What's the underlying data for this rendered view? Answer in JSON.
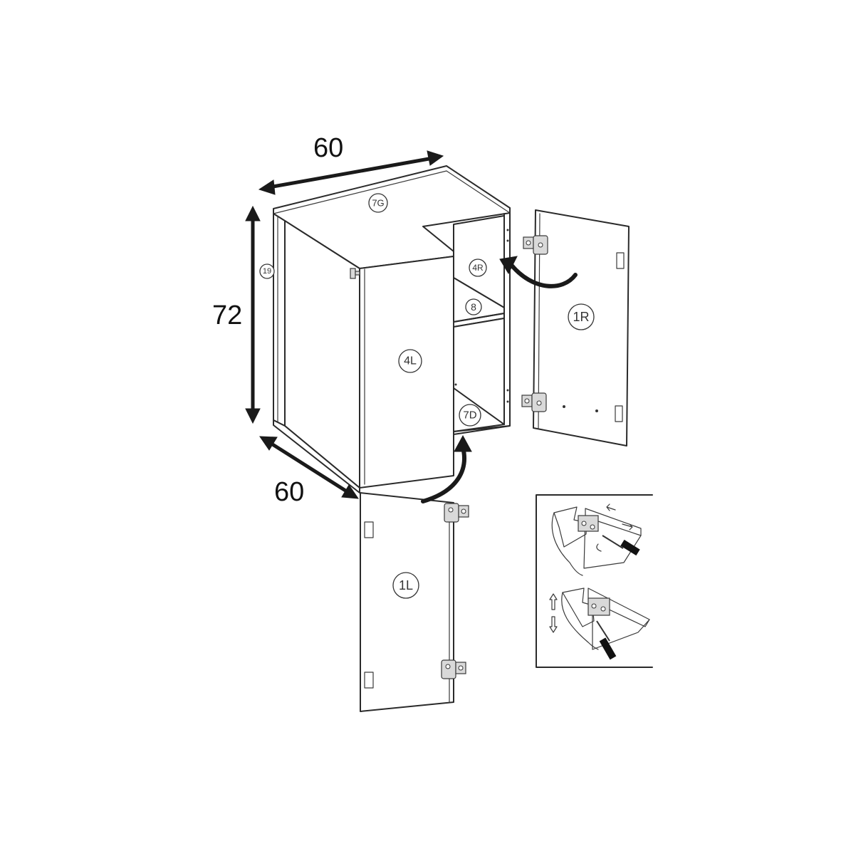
{
  "dimensions": {
    "width": "60",
    "height": "72",
    "depth": "60"
  },
  "parts": {
    "top": "7G",
    "side": "19",
    "back_left": "4L",
    "back_right": "4R",
    "shelf": "8",
    "bottom": "7D",
    "door_right": "1R",
    "door_left": "1L"
  }
}
